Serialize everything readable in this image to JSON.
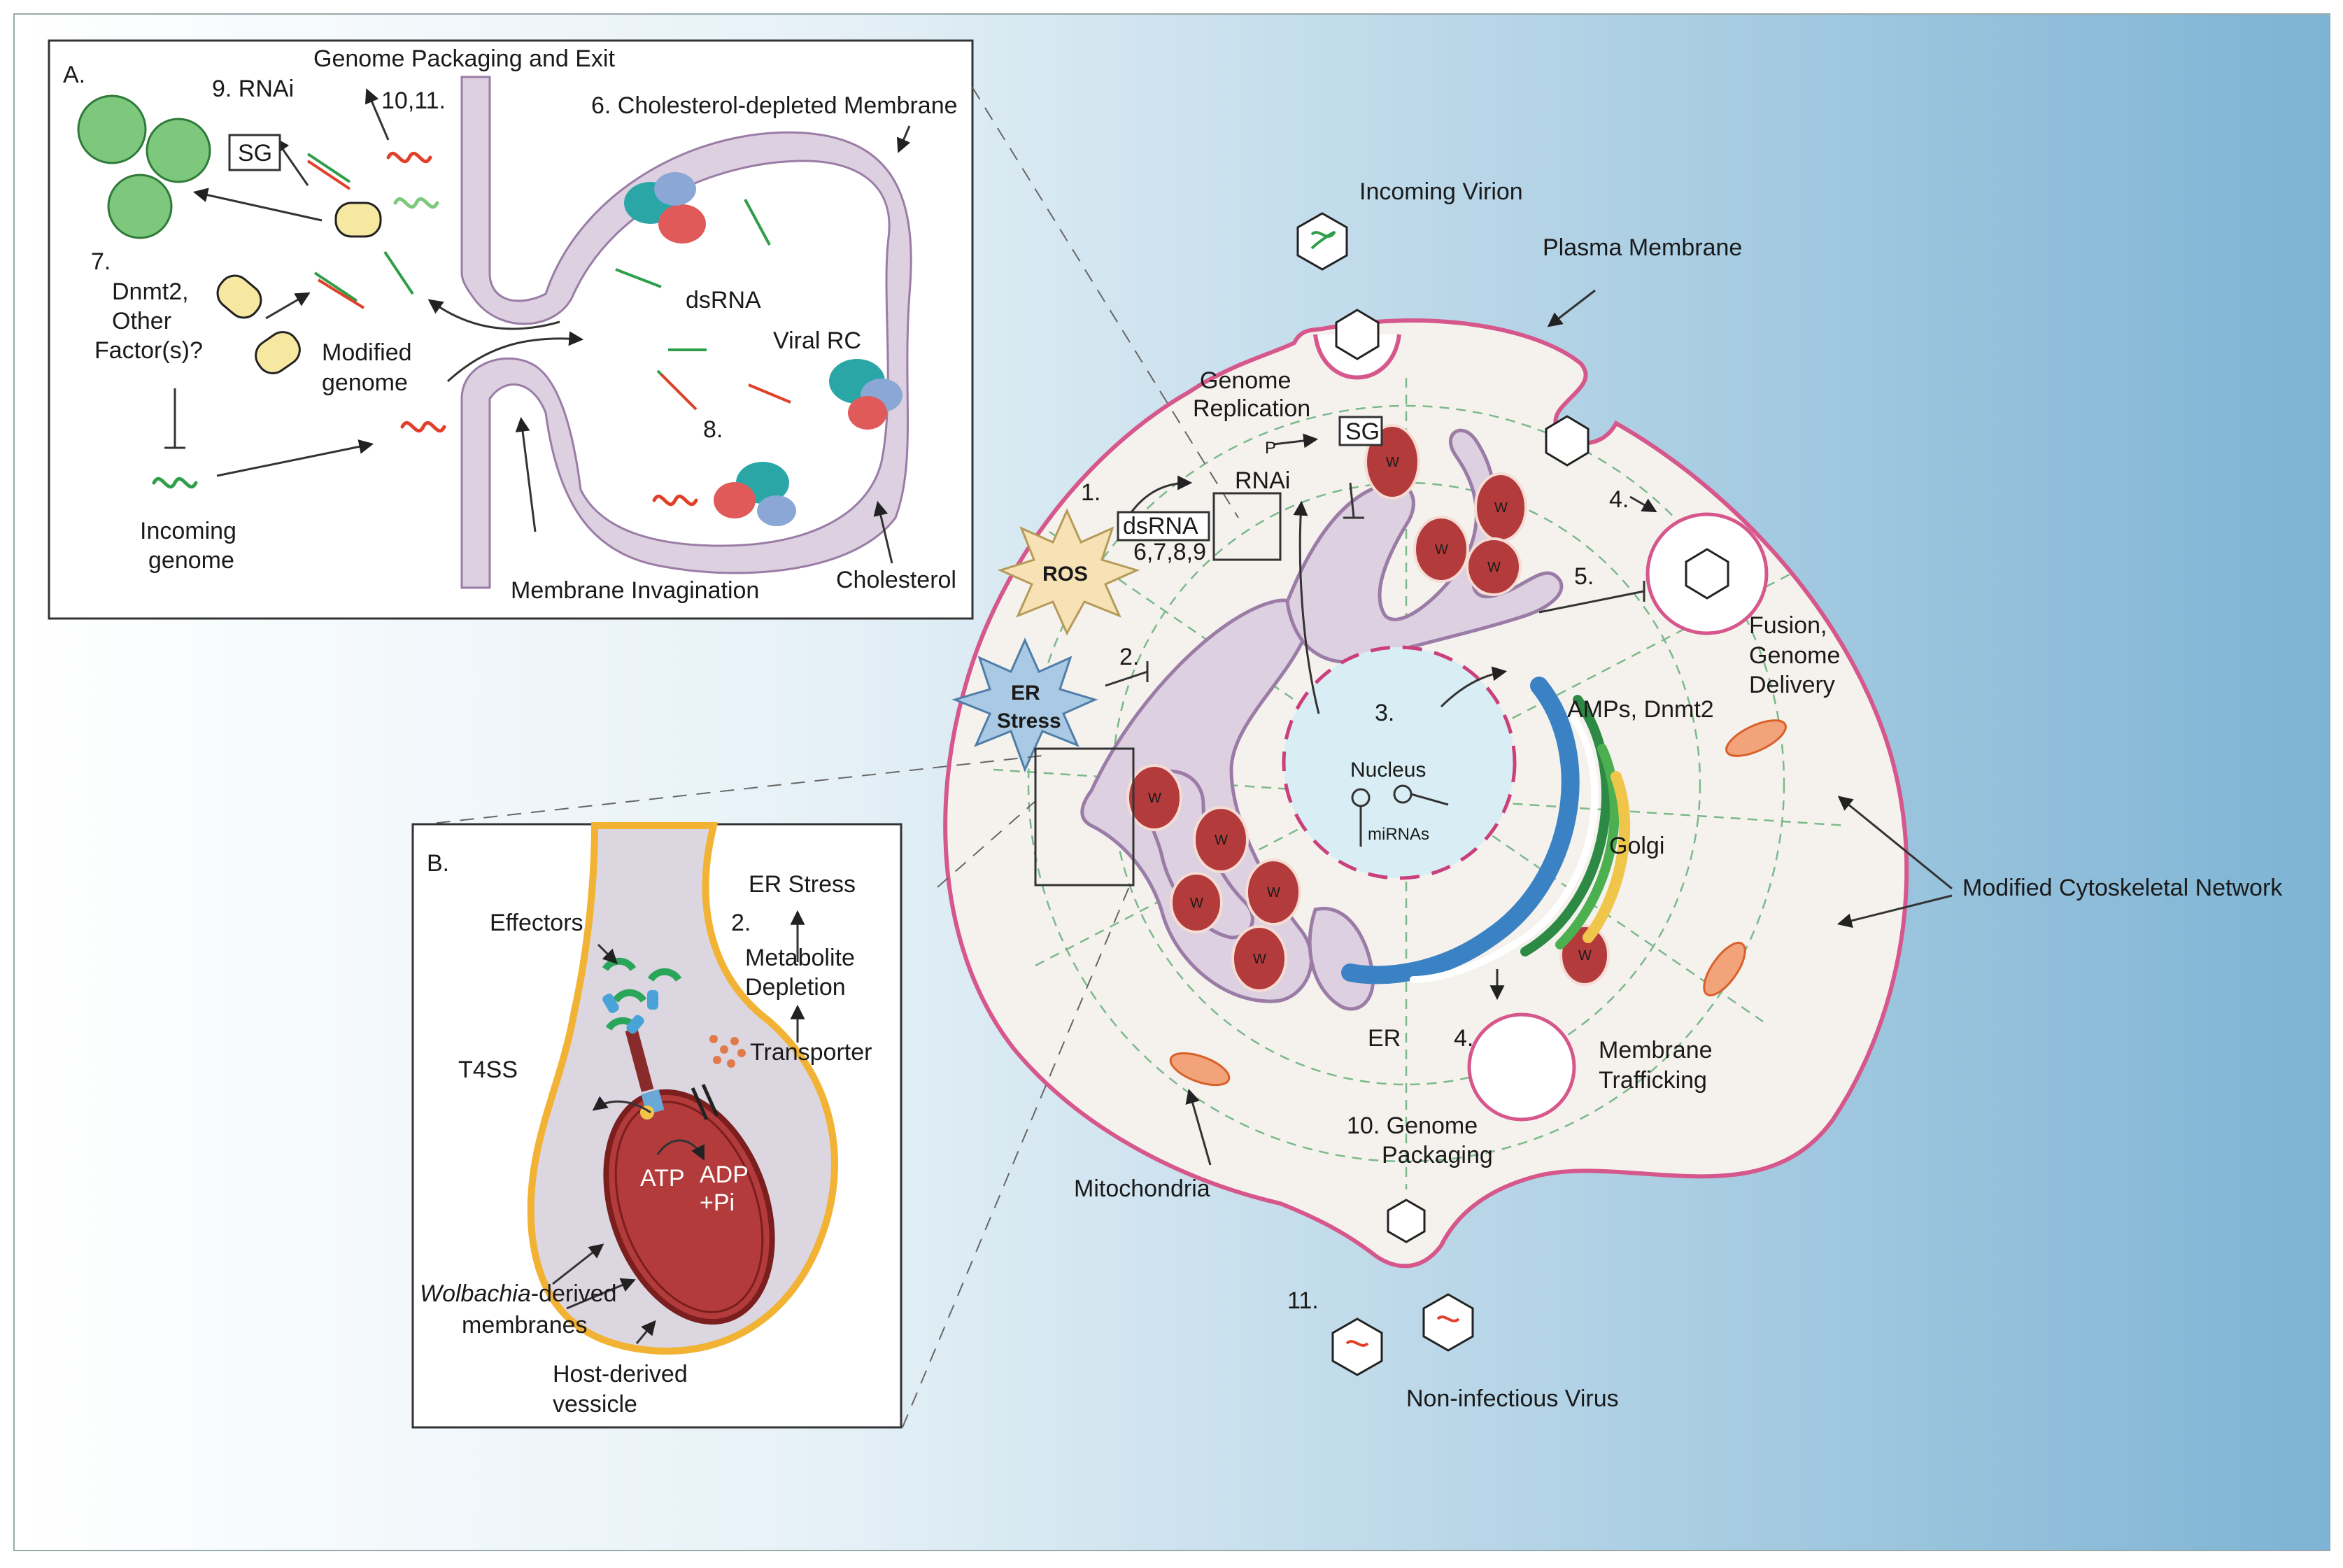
{
  "panel_a": {
    "letter": "A.",
    "genome_packaging_exit": "Genome Packaging and Exit",
    "rnai_9": "9. RNAi",
    "step_10_11": "10,11.",
    "sg": "SG",
    "step_7": "7.",
    "dnmt2_line1": "Dnmt2,",
    "dnmt2_line2": "Other",
    "dnmt2_line3": "Factor(s)?",
    "modified_line1": "Modified",
    "modified_line2": "genome",
    "incoming_line1": "Incoming",
    "incoming_line2": "genome",
    "cholesterol_depleted": "6. Cholesterol-depleted Membrane",
    "dsrna": "dsRNA",
    "viral_rc": "Viral RC",
    "step_8": "8.",
    "membrane_invagination": "Membrane Invagination",
    "cholesterol": "Cholesterol"
  },
  "panel_b": {
    "letter": "B.",
    "effectors": "Effectors",
    "t4ss": "T4SS",
    "er_stress": "ER Stress",
    "step_2": "2.",
    "metabolite_line1": "Metabolite",
    "metabolite_line2": "Depletion",
    "transporter": "Transporter",
    "atp": "ATP",
    "adp_line1": "ADP",
    "adp_line2": "+Pi",
    "wolbachia_italic": "Wolbachia",
    "wolbachia_rest": "-derived",
    "membranes": "membranes",
    "host_line1": "Host-derived",
    "host_line2": "vessicle"
  },
  "cell": {
    "incoming_virion": "Incoming Virion",
    "plasma_membrane": "Plasma Membrane",
    "genome_rep_line1": "Genome",
    "genome_rep_line2": "Replication",
    "sg": "SG",
    "rnai": "RNAi",
    "phospho": "P",
    "step_1": "1.",
    "dsrna": "dsRNA",
    "steps_6789": "6,7,8,9",
    "ros": "ROS",
    "er_stress_line1": "ER",
    "er_stress_line2": "Stress",
    "step_2": "2.",
    "step_3": "3.",
    "step_4a": "4.",
    "step_4b": "4.",
    "step_5": "5.",
    "fusion_line1": "Fusion,",
    "fusion_line2": "Genome",
    "fusion_line3": "Delivery",
    "amps": "AMPs, Dnmt2",
    "nucleus": "Nucleus",
    "mirnas": "miRNAs",
    "golgi": "Golgi",
    "er": "ER",
    "membrane_trafficking_line1": "Membrane",
    "membrane_trafficking_line2": "Trafficking",
    "genome_pack_line1": "10. Genome",
    "genome_pack_line2": "Packaging",
    "mitochondria": "Mitochondria",
    "step_11": "11.",
    "non_infectious": "Non-infectious Virus",
    "modified_cytoskeletal": "Modified Cytoskeletal Network",
    "wolbachia_mark": "W"
  },
  "colors": {
    "bg_light": "#f6fafc",
    "bg_dark": "#7db3d4",
    "cell_outline": "#d6578b",
    "cell_fill": "#f5f2ee",
    "er_fill": "#ddd0e0",
    "er_stroke": "#9a7ca6",
    "wolbachia": "#b43b3b",
    "nucleus": "#d9eef4",
    "golgi_blue": "#3b82c4",
    "golgi_green": "#4caf50",
    "golgi_yellow": "#f0c64a",
    "er_stress_star": "#aac9e4",
    "ros_star": "#f7e2b5",
    "vessicle_orange": "#f2b233",
    "sg_green": "#7dc87d",
    "rna_red": "#e0402a",
    "rna_green": "#2f9e4a"
  }
}
